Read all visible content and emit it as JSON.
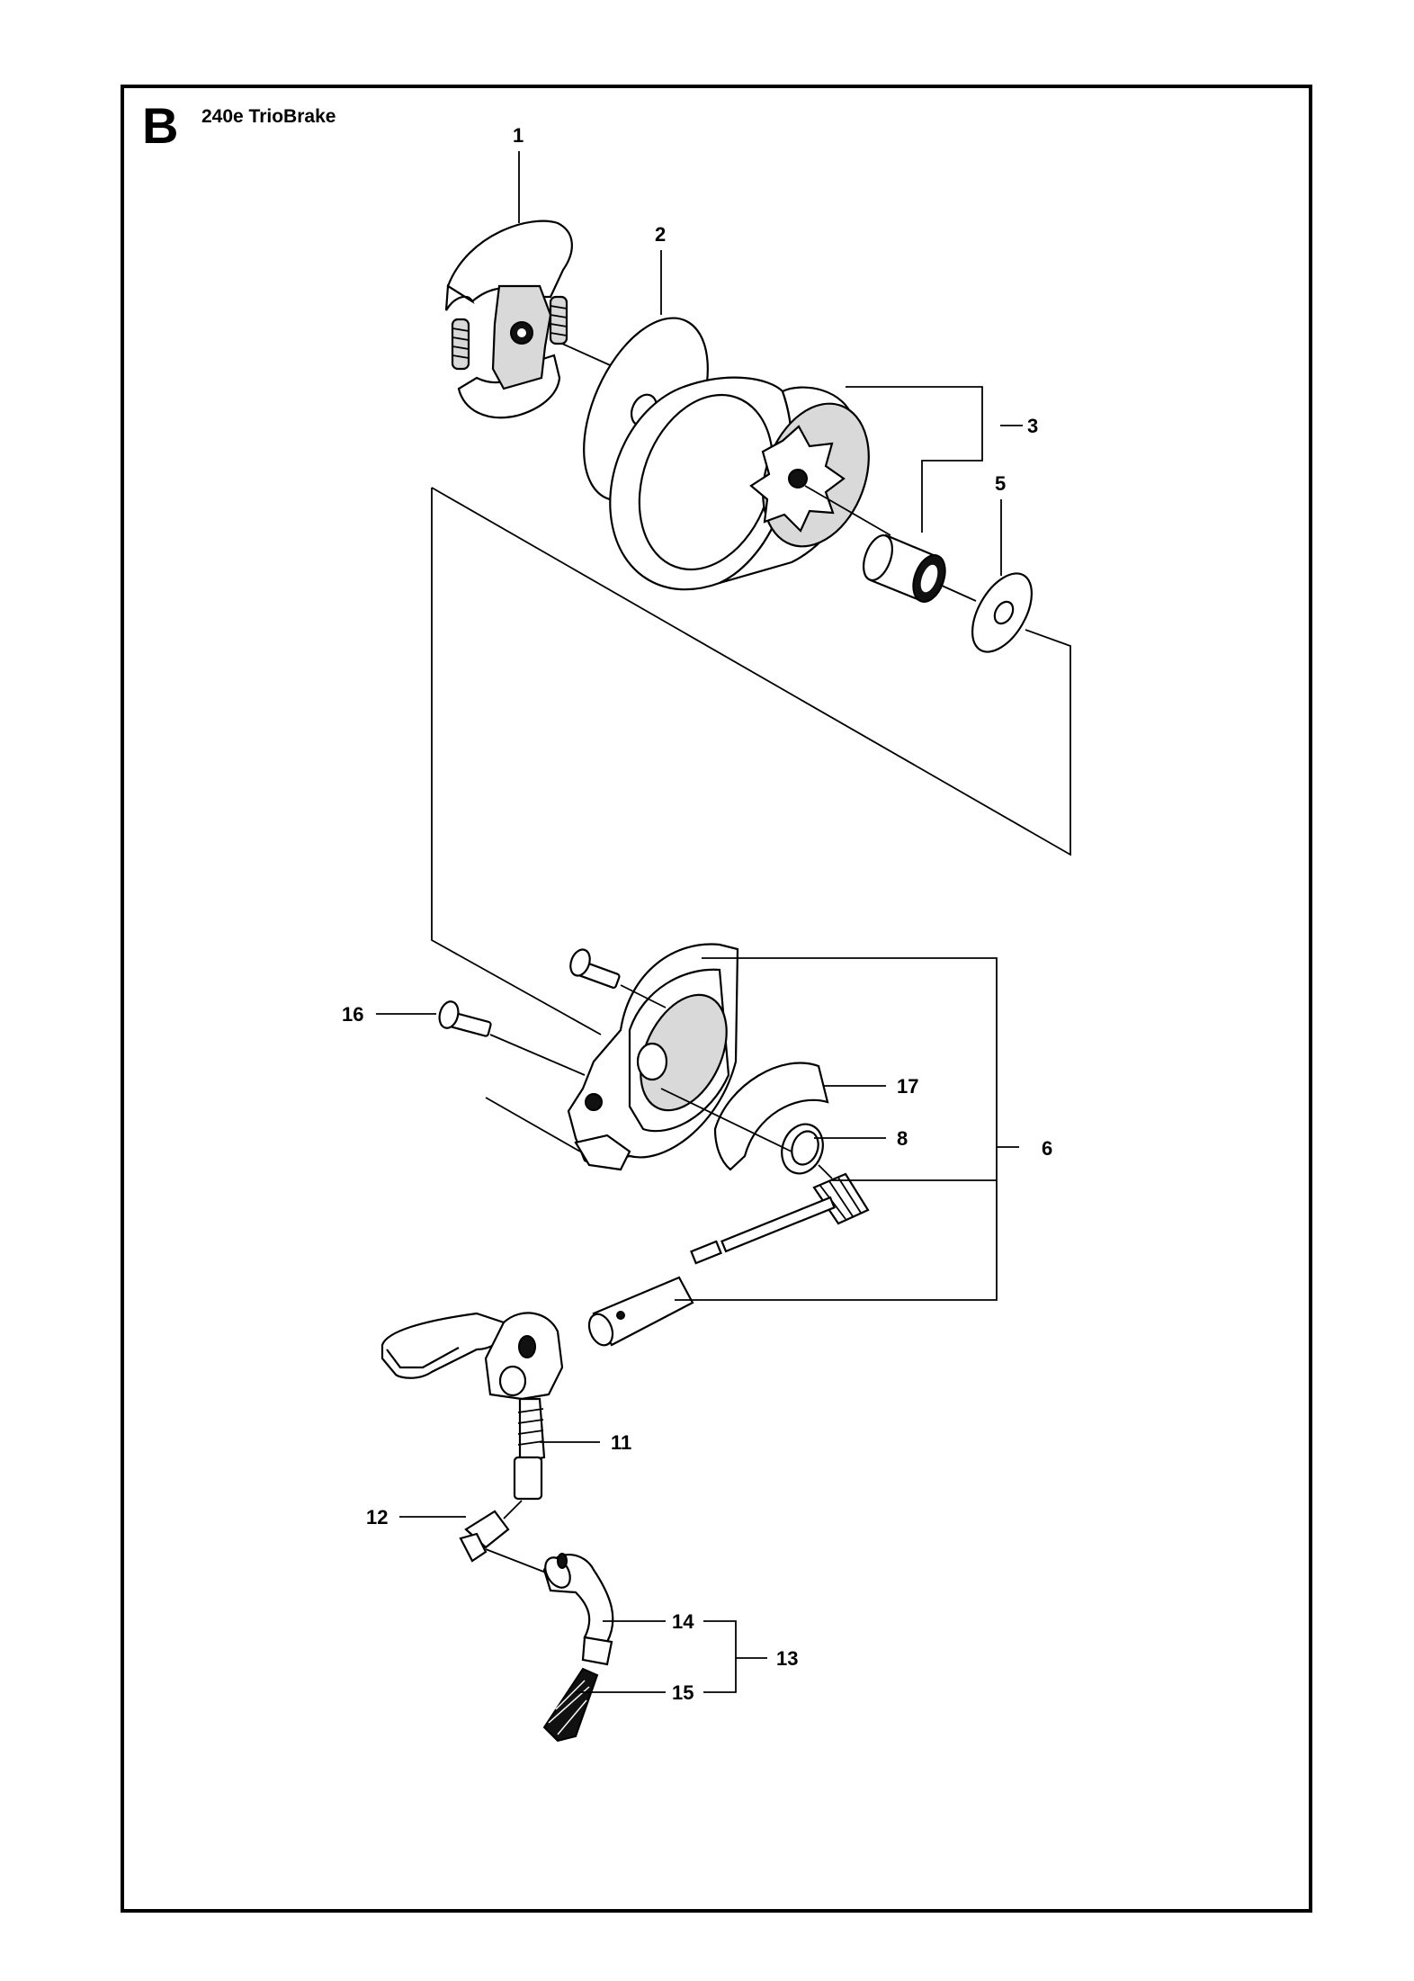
{
  "section": {
    "letter": "B",
    "title": "240e TrioBrake"
  },
  "callouts": {
    "c1": "1",
    "c2": "2",
    "c3": "3",
    "c5": "5",
    "c6": "6",
    "c8": "8",
    "c11": "11",
    "c12": "12",
    "c13": "13",
    "c14": "14",
    "c15": "15",
    "c16": "16",
    "c17": "17"
  }
}
